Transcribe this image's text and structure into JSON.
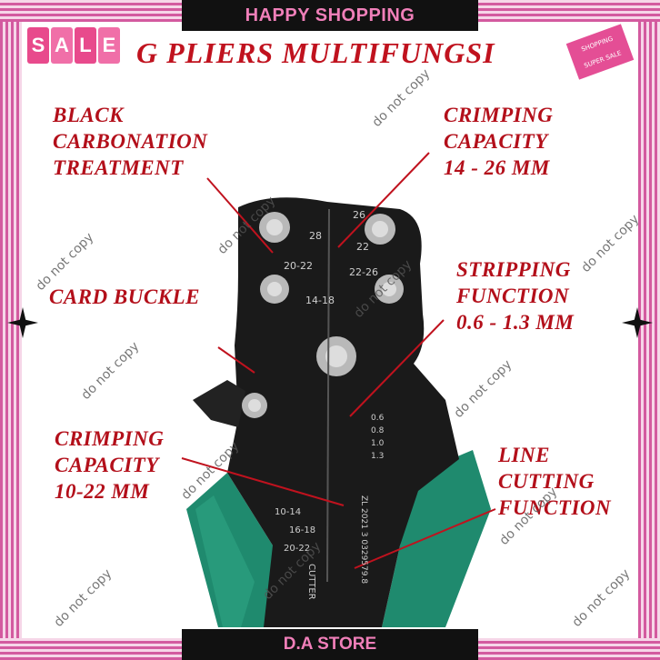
{
  "header": {
    "banner": "HAPPY SHOPPING"
  },
  "footer": {
    "store": "D.A STORE"
  },
  "title": "G PLIERS MULTIFUNGSI",
  "sale_tag": [
    "S",
    "A",
    "L",
    "E"
  ],
  "badge": {
    "line1": "SHOPPING",
    "line2": "SUPER SALE"
  },
  "labels": {
    "black_carbonation": "BLACK\nCARBONATION\nTREATMENT",
    "crimping_14_26": "CRIMPING\nCAPACITY\n14 - 26 MM",
    "card_buckle": "CARD BUCKLE",
    "stripping": "STRIPPING\nFUNCTION\n0.6 - 1.3 MM",
    "crimping_10_22": "CRIMPING\nCAPACITY\n10-22 MM",
    "line_cutting": "LINE\nCUTTING\nFUNCTION"
  },
  "tool_markings": {
    "m28": "28",
    "m26": "26",
    "m22": "22",
    "m20_22": "20-22",
    "m22_26": "22-26",
    "m14_18": "14-18",
    "s06": "0.6",
    "s08": "0.8",
    "s10": "1.0",
    "s13": "1.3",
    "c10_14": "10-14",
    "c16_18": "16-18",
    "c20_22": "20-22",
    "cutter": "CUTTER",
    "serial": "ZL 2021 3 0329579.8"
  },
  "watermark": "do not copy",
  "colors": {
    "frame": "#d35a9f",
    "label_red": "#b30f1a",
    "handle_green": "#1f8a6e",
    "tool_black": "#1a1a1a"
  }
}
